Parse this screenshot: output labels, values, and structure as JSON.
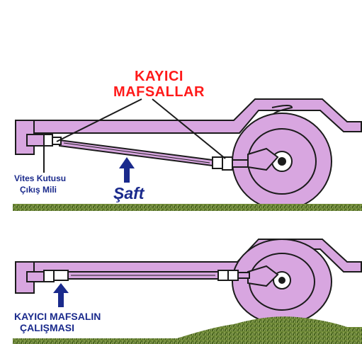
{
  "labels": {
    "universal_joints_line1": "KAYICI",
    "universal_joints_line2": "MAFSALLAR",
    "gearbox_output_line1": "Vites Kutusu",
    "gearbox_output_line2": "Çıkış Mili",
    "shaft": "Şaft",
    "sliding_joint_line1": "KAYICI MAFSALIN",
    "sliding_joint_line2": "ÇALIŞMASI"
  },
  "colors": {
    "chassis": "#d8a6e0",
    "outline": "#1b1b1b",
    "wheel": "#d8a6e0",
    "ground": "#5d7a2c",
    "label_red": "#ff1a1a",
    "label_blue": "#1a2a8c",
    "arrow": "#1a2a8c"
  }
}
